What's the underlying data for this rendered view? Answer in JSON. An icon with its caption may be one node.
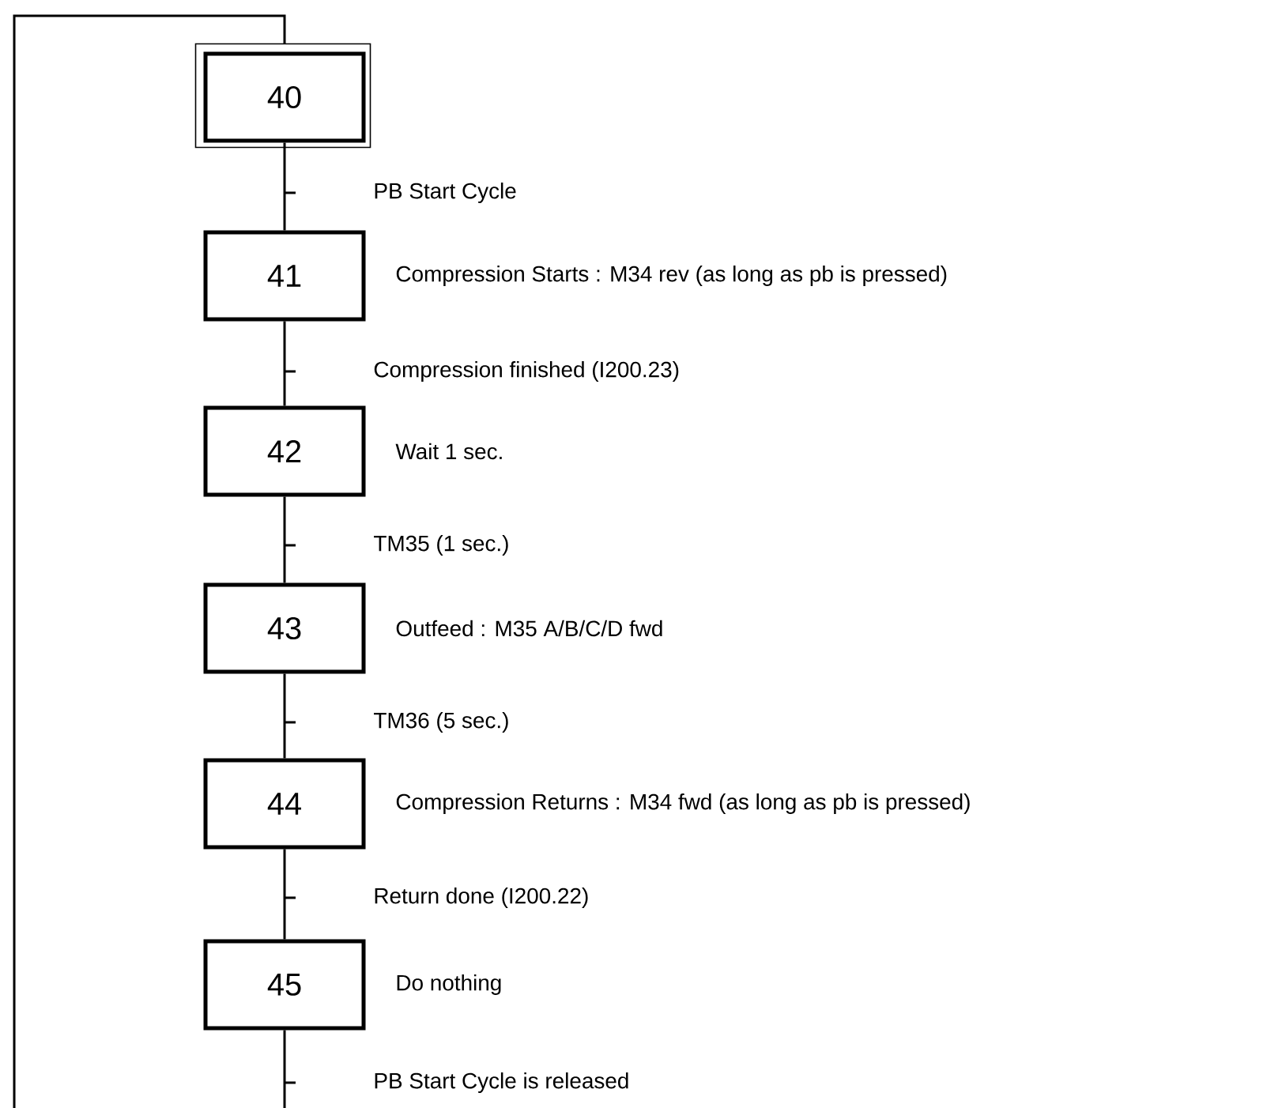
{
  "diagram": {
    "nodes": [
      {
        "text": [
          "40"
        ]
      },
      {
        "text": [
          "41"
        ],
        "beside": [
          "Compression Starts : M34 rev (as long as pb is pressed)"
        ]
      },
      {
        "text": [
          "42"
        ],
        "beside": [
          "Wait 1 sec."
        ]
      },
      {
        "text": [
          "43"
        ],
        "beside": [
          "Outfeed : M35 A/B/C/D fwd"
        ]
      },
      {
        "text": [
          "44"
        ],
        "beside": [
          "Compression Returns : M34 fwd (as long as pb is pressed)"
        ]
      },
      {
        "text": [
          "45"
        ],
        "beside": [
          "Do nothing"
        ]
      }
    ],
    "edges": [
      {
        "from": 0,
        "to": 1,
        "arrow": "none",
        "label": "PB Start Cycle"
      },
      {
        "from": 1,
        "to": 2,
        "arrow": "none",
        "label": "Compression finished (I200.23)"
      },
      {
        "from": 2,
        "to": 3,
        "arrow": "none",
        "label": "TM35 (1 sec.)"
      },
      {
        "from": 3,
        "to": 4,
        "arrow": "none",
        "label": "TM36 (5 sec.)"
      },
      {
        "from": 4,
        "to": 5,
        "arrow": "none",
        "label": "Return done (I200.22)"
      },
      {
        "from": 5,
        "to": 0,
        "arrow": "none",
        "label": "PB Start Cycle is released"
      }
    ]
  }
}
